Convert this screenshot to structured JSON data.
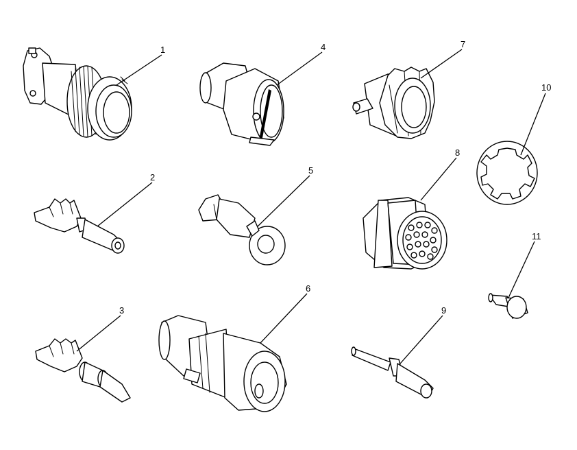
{
  "callouts": [
    {
      "label": "1",
      "part": "circular-connector-plug"
    },
    {
      "label": "2",
      "part": "crimp-socket-contact"
    },
    {
      "label": "3",
      "part": "crimp-pin-contact"
    },
    {
      "label": "4",
      "part": "backshell-adapter"
    },
    {
      "label": "5",
      "part": "ring-terminal-lug"
    },
    {
      "label": "6",
      "part": "cable-clamp-sleeve"
    },
    {
      "label": "7",
      "part": "coupling-nut"
    },
    {
      "label": "8",
      "part": "receptacle-connector"
    },
    {
      "label": "9",
      "part": "solder-contact"
    },
    {
      "label": "10",
      "part": "internal-tooth-lock-washer"
    },
    {
      "label": "11",
      "part": "sealing-plug"
    }
  ],
  "colors": {
    "line": "#000000",
    "background": "#ffffff"
  }
}
